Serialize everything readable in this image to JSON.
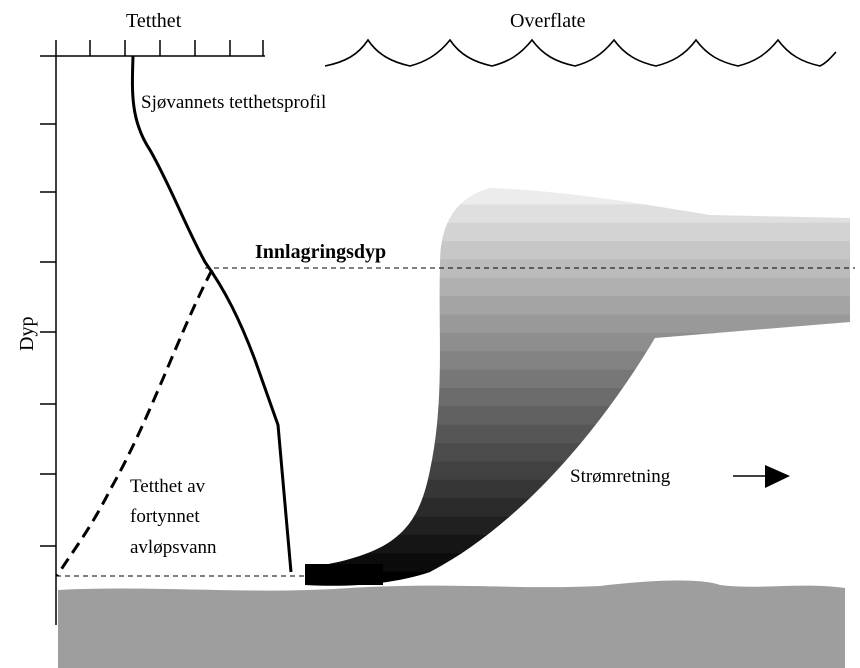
{
  "labels": {
    "density_axis": "Tetthet",
    "surface": "Overflate",
    "depth_axis": "Dyp",
    "seawater_profile": "Sjøvannets tetthetsprofil",
    "storage_depth": "Innlagringsdyp",
    "current_direction": "Strømretning",
    "wastewater_density_line1": "Tetthet av",
    "wastewater_density_line2": "fortynnet",
    "wastewater_density_line3": "avløpsvann"
  },
  "colors": {
    "seabed": "#9e9e9e",
    "plume_top": "#ececec",
    "plume_bottom": "#000000",
    "line": "#000000"
  }
}
